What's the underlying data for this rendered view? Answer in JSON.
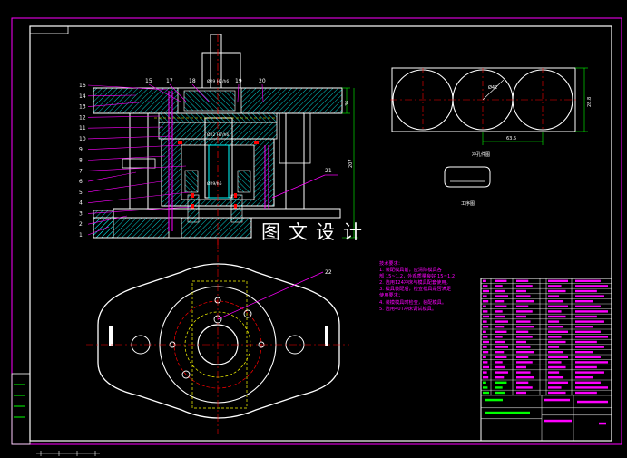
{
  "watermark": "图文设计",
  "part_numbers_left": [
    "16",
    "14",
    "13",
    "12",
    "11",
    "10",
    "9",
    "8",
    "7",
    "6",
    "5",
    "4",
    "3",
    "2",
    "1"
  ],
  "part_numbers_top": [
    "15",
    "17",
    "18",
    "19",
    "20"
  ],
  "callout_21": "21",
  "callout_22": "22",
  "dimensions": {
    "top_thickness": "36",
    "total_height": "207",
    "strip_height": "28.8",
    "strip_pitch": "63.5",
    "bore_label": "Ø42"
  },
  "section_labels": {
    "view_a": "Ø29 H7/h6",
    "view_b": "Ø22 H7/h6",
    "view_c": "Ø29/h6",
    "pierce_view": "冲孔件图",
    "blank_view": "工序图"
  },
  "tech_notes": {
    "title": "技术要求：",
    "lines": [
      "1. 装配模具前，应清除模具各",
      "部 15~1.2，外观质量良好 15~1.2；",
      "2. 选用124冲床与模具配套使用。",
      "3. 模具装配后，检查模具是否满足",
      "   使用要求；",
      "4. 装模模具时检查，装配模具。",
      "5. 选用40T冲床调试模具。"
    ]
  },
  "colors": {
    "background": "#000000",
    "frame": "#ffffff",
    "border": "#ff00ff",
    "hatch": "#00ffff",
    "center": "#ff0000",
    "table_text": "#ff00ff",
    "table_green": "#00ff00",
    "hidden": "#ffff00"
  }
}
